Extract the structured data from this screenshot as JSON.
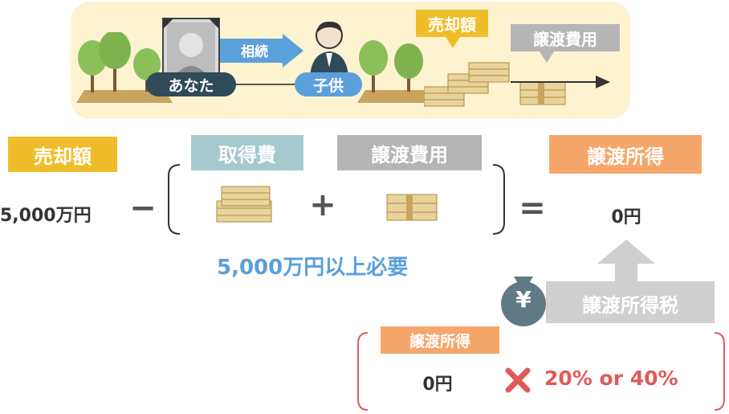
{
  "scene": {
    "inherit_label": "相続",
    "you_label": "あなた",
    "child_label": "子供",
    "sale_price_callout": "売却額",
    "transfer_cost_callout": "譲渡費用"
  },
  "formula": {
    "sale_price_label": "売却額",
    "sale_price_value": "5,000万円",
    "minus_sign": "−",
    "acquisition_cost_label": "取得費",
    "plus_sign": "+",
    "transfer_cost_label": "譲渡費用",
    "equals_sign": "=",
    "transfer_income_label": "譲渡所得",
    "transfer_income_value": "0円",
    "requirement_note": "5,000万円以上必要"
  },
  "tax": {
    "tax_label": "譲渡所得税",
    "yen_symbol": "¥",
    "box_income_label": "譲渡所得",
    "box_income_value": "0円",
    "rate_text": "20% or 40%"
  },
  "colors": {
    "yellow": "#f0bd2a",
    "teal": "#a6c9cd",
    "gray": "#b5b5b5",
    "orange": "#f5a76b",
    "blue": "#5aa0da",
    "red": "#e05a5a",
    "navy": "#2f4b5a"
  }
}
